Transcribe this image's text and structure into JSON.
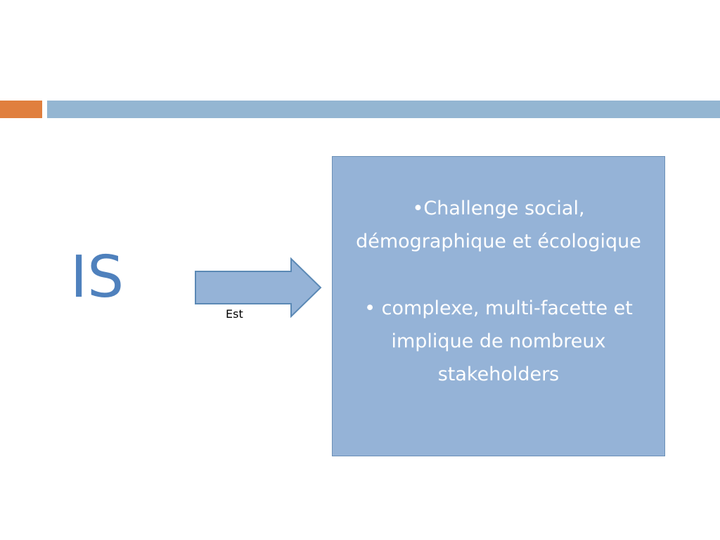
{
  "colors": {
    "accent_orange": "#e07f3e",
    "accent_blue": "#94b6d2",
    "subject_text": "#4f81bd",
    "box_fill": "#95b3d7",
    "box_border": "#6b8fb6",
    "arrow_fill": "#95b3d7",
    "arrow_border": "#5b89b5"
  },
  "diagram": {
    "subject": "IS",
    "relation_label": "Est",
    "points": [
      "•Challenge social, démographique et écologique",
      "• complexe, multi-facette et implique de nombreux stakeholders"
    ]
  },
  "icons": {
    "arrow": "right-arrow-icon"
  }
}
